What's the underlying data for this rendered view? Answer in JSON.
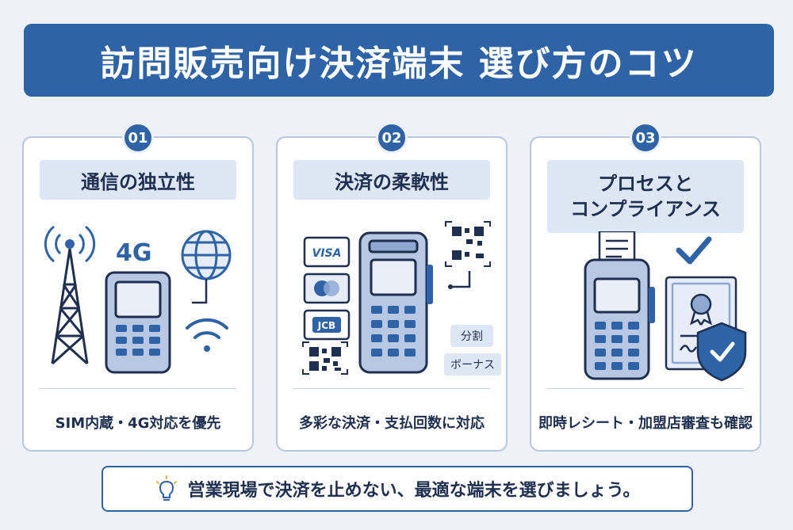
{
  "title": "訪問販売向け決済端末 選び方のコツ",
  "cards": [
    {
      "number": "01",
      "heading": "通信の独立性",
      "badge_4g": "4G",
      "caption": "SIM内蔵・4G対応を優先",
      "icons": [
        "cell-tower-icon",
        "globe-icon",
        "wifi-icon",
        "payment-terminal-icon"
      ]
    },
    {
      "number": "02",
      "heading": "決済の柔軟性",
      "card_brands": [
        "VISA",
        "JCB"
      ],
      "tags": [
        "分割",
        "ボーナス"
      ],
      "caption": "多彩な決済・支払回数に対応",
      "icons": [
        "visa-card-icon",
        "mastercard-icon",
        "jcb-card-icon",
        "qr-code-icon",
        "payment-terminal-icon"
      ]
    },
    {
      "number": "03",
      "heading_line1": "プロセスと",
      "heading_line2": "コンプライアンス",
      "caption": "即時レシート・加盟店審査も確認",
      "icons": [
        "receipt-icon",
        "checkmark-icon",
        "certificate-icon",
        "shield-check-icon",
        "payment-terminal-icon"
      ]
    }
  ],
  "footer": {
    "text": "営業現場で決済を止めない、最適な端末を選びましょう。",
    "icon": "lightbulb-icon"
  },
  "colors": {
    "primary": "#2e63a8",
    "background": "#eef2f8",
    "label_bg": "#dde6f3",
    "text": "#1f2f4f"
  }
}
